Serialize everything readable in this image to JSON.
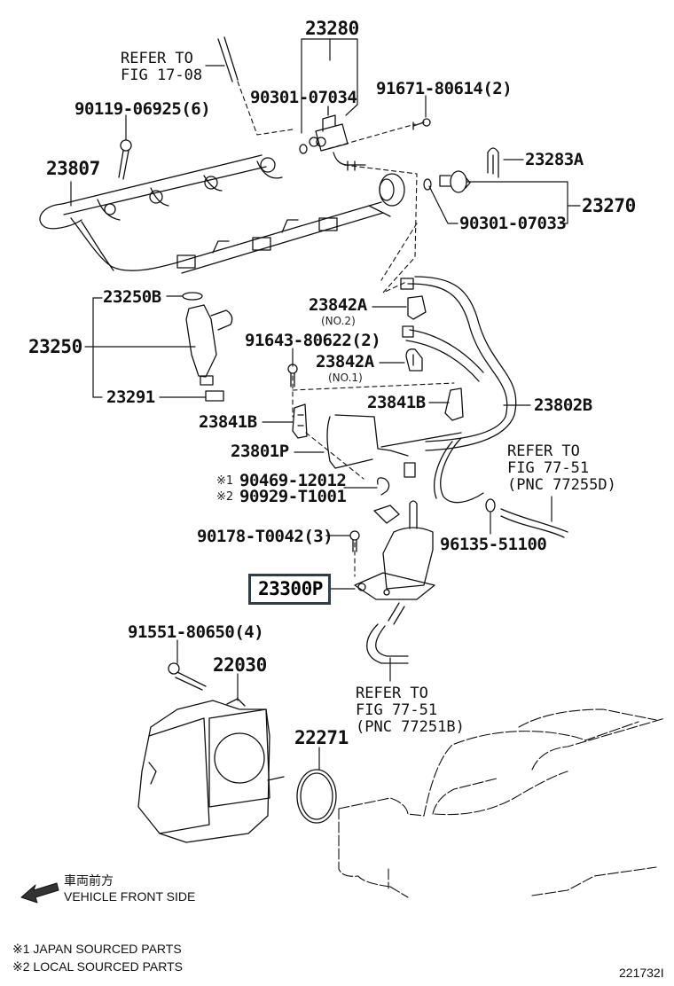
{
  "diagram": {
    "title": "Fuel injection system / fuel pipe, throttle body",
    "highlight_color": "#2f3f4a",
    "callouts": [
      {
        "id": "23280",
        "text": "23280"
      },
      {
        "id": "90301-07034",
        "text": "90301-07034"
      },
      {
        "id": "91671-80614",
        "text": "91671-80614(2)"
      },
      {
        "id": "90119-06925",
        "text": "90119-06925(6)"
      },
      {
        "id": "23807",
        "text": "23807"
      },
      {
        "id": "23283A",
        "text": "23283A"
      },
      {
        "id": "23270",
        "text": "23270"
      },
      {
        "id": "90301-07033",
        "text": "90301-07033"
      },
      {
        "id": "23250B",
        "text": "23250B"
      },
      {
        "id": "23250",
        "text": "23250"
      },
      {
        "id": "23291",
        "text": "23291"
      },
      {
        "id": "23842A-no2",
        "text": "23842A",
        "sub": "(NO.2)"
      },
      {
        "id": "91643-80622",
        "text": "91643-80622(2)"
      },
      {
        "id": "23842A-no1",
        "text": "23842A",
        "sub": "(NO.1)"
      },
      {
        "id": "23841B-left",
        "text": "23841B"
      },
      {
        "id": "23841B-right",
        "text": "23841B"
      },
      {
        "id": "23802B",
        "text": "23802B"
      },
      {
        "id": "23801P",
        "text": "23801P"
      },
      {
        "id": "90469-12012",
        "text": "90469-12012",
        "mark": "※1"
      },
      {
        "id": "90929-T1001",
        "text": "90929-T1001",
        "mark": "※2"
      },
      {
        "id": "90178-T0042",
        "text": "90178-T0042(3)"
      },
      {
        "id": "23300P",
        "text": "23300P",
        "highlighted": true
      },
      {
        "id": "96135-51100",
        "text": "96135-51100"
      },
      {
        "id": "91551-80650",
        "text": "91551-80650(4)"
      },
      {
        "id": "22030",
        "text": "22030"
      },
      {
        "id": "22271",
        "text": "22271"
      }
    ],
    "references": [
      {
        "id": "ref-17-08",
        "lines": [
          "REFER TO",
          "FIG 17-08"
        ]
      },
      {
        "id": "ref-77255d",
        "lines": [
          "REFER TO",
          "FIG 77-51",
          "(PNC 77255D)"
        ]
      },
      {
        "id": "ref-77251b",
        "lines": [
          "REFER TO",
          "FIG 77-51",
          "(PNC 77251B)"
        ]
      }
    ],
    "direction": {
      "icon": "arrow-left-icon",
      "jp": "車両前方",
      "en": "VEHICLE FRONT SIDE"
    },
    "notes": [
      "※1 JAPAN SOURCED PARTS",
      "※2 LOCAL SOURCED PARTS"
    ],
    "catalog_number": "221732I"
  }
}
